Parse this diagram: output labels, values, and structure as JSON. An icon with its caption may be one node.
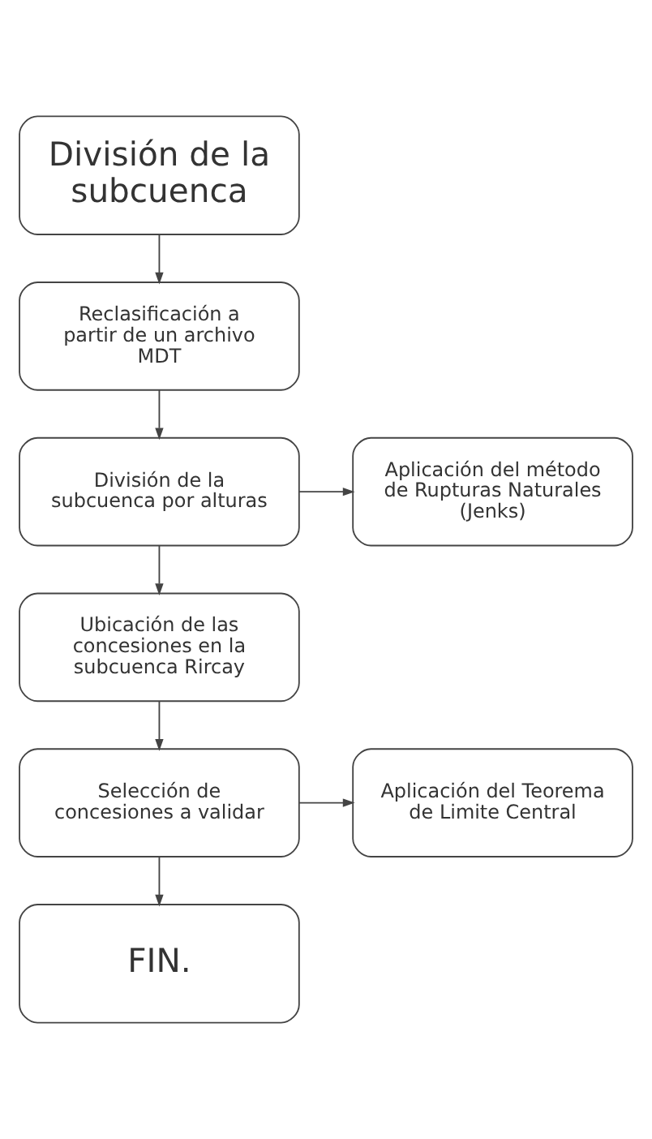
{
  "diagram": {
    "nodes": [
      {
        "text": [
          "División de la subcuenca"
        ]
      },
      {
        "text": [
          "Reclasificación a partir de un archivo MDT"
        ]
      },
      {
        "text": [
          "División de la subcuenca por alturas"
        ]
      },
      {
        "text": [
          "Aplicación del método de Rupturas Naturales (Jenks)"
        ]
      },
      {
        "text": [
          "Ubicación de las concesiones en la subcuenca Rircay"
        ]
      },
      {
        "text": [
          "Selección de concesiones a validar"
        ]
      },
      {
        "text": [
          "Aplicación del Teorema de Limite Central"
        ]
      },
      {
        "text": [
          "FIN."
        ]
      }
    ],
    "edges": [
      {
        "from": 0,
        "to": 1,
        "arrow": "to"
      },
      {
        "from": 1,
        "to": 2,
        "arrow": "to"
      },
      {
        "from": 2,
        "to": 3,
        "arrow": "to"
      },
      {
        "from": 2,
        "to": 4,
        "arrow": "to"
      },
      {
        "from": 4,
        "to": 5,
        "arrow": "to"
      },
      {
        "from": 5,
        "to": 6,
        "arrow": "to"
      },
      {
        "from": 5,
        "to": 7,
        "arrow": "to"
      }
    ]
  }
}
